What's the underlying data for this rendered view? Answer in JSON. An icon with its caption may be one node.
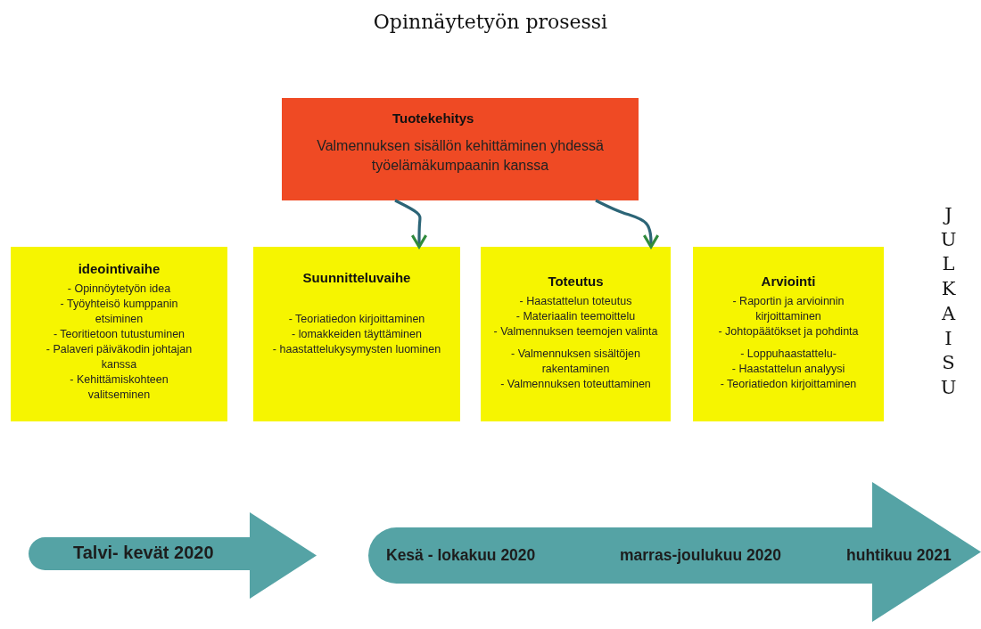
{
  "diagram": {
    "title": "Opinnäytetyön prosessi",
    "nodes": [
      {
        "text": [
          "Tuotekehitys",
          "Valmennuksen sisällön kehittäminen yhdessä työelämäkumpaanin kanssa"
        ]
      },
      {
        "text": [
          "ideointivaihe",
          "- Opinnöytetyön idea",
          "- Työyhteisö kumppanin etsiminen",
          "- Teoritietoon tutustuminen",
          "- Palaveri päiväkodin johtajan kanssa",
          "- Kehittämiskohteen valitseminen"
        ]
      },
      {
        "text": [
          "Suunnitteluvaihe",
          "- Teoriatiedon kirjoittaminen",
          "- lomakkeiden täyttäminen",
          "- haastattelukysymysten luominen"
        ]
      },
      {
        "text": [
          "Toteutus",
          "- Haastattelun toteutus",
          "- Materiaalin teemoittelu",
          "- Valmennuksen teemojen valinta",
          "- Valmennuksen sisältöjen rakentaminen",
          "- Valmennuksen toteuttaminen"
        ]
      },
      {
        "text": [
          "Arviointi",
          "- Raportin ja arvioinnin kirjoittaminen",
          "- Johtopäätökset ja pohdinta",
          "- Loppuhaastattelu-",
          "- Haastattelun analyysi",
          "- Teoriatiedon kirjoittaminen"
        ]
      },
      {
        "text": [
          "Talvi- kevät 2020"
        ]
      },
      {
        "text": [
          "Kesä - lokakuu 2020",
          "marras-joulukuu 2020",
          "huhtikuu 2021"
        ]
      }
    ],
    "edges": [
      {
        "from": 0,
        "to": 2,
        "arrow": "to"
      },
      {
        "from": 0,
        "to": 3,
        "arrow": "to"
      }
    ],
    "labels": [
      "JULKAISU"
    ]
  }
}
